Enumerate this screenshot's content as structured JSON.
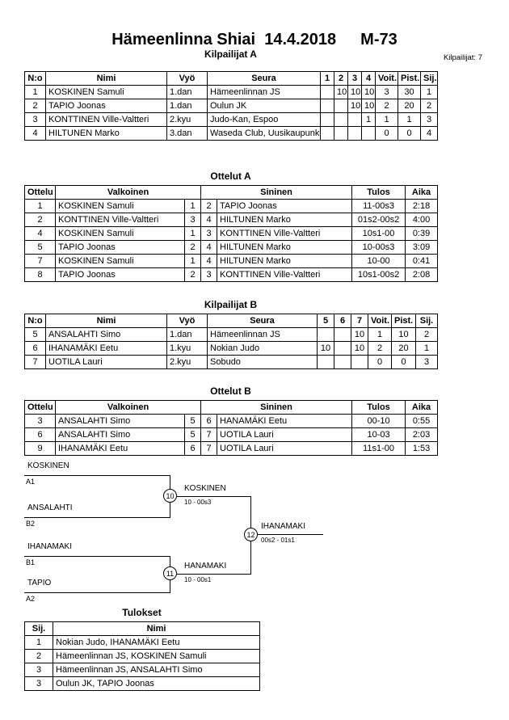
{
  "title": {
    "event": "Hämeenlinna Shiai  14.4.2018",
    "category": "M-73"
  },
  "competitors_count": "Kilpailijat: 7",
  "sections": {
    "kilpailijat_a": {
      "title": "Kilpailijat A",
      "headers": [
        "N:o",
        "Nimi",
        "Vyö",
        "Seura",
        "1",
        "2",
        "3",
        "4",
        "Voit.",
        "Pist.",
        "Sij."
      ],
      "rows": [
        [
          "1",
          "KOSKINEN Samuli",
          "1.dan",
          "Hämeenlinnan JS",
          "",
          "10",
          "10",
          "10",
          "3",
          "30",
          "1"
        ],
        [
          "2",
          "TAPIO Joonas",
          "1.dan",
          "Oulun JK",
          "",
          "",
          "10",
          "10",
          "2",
          "20",
          "2"
        ],
        [
          "3",
          "KONTTINEN Ville-Valtteri",
          "2.kyu",
          "Judo-Kan, Espoo",
          "",
          "",
          "",
          "1",
          "1",
          "1",
          "3"
        ],
        [
          "4",
          "HILTUNEN Marko",
          "3.dan",
          "Waseda Club, Uusikaupunki",
          "",
          "",
          "",
          "",
          "0",
          "0",
          "4"
        ]
      ]
    },
    "ottelut_a": {
      "title": "Ottelut A",
      "headers": [
        "Ottelu",
        "Valkoinen",
        "Sininen",
        "Tulos",
        "Aika"
      ],
      "rows": [
        [
          "1",
          "KOSKINEN Samuli",
          "1",
          "2",
          "TAPIO Joonas",
          "11-00s3",
          "2:18"
        ],
        [
          "2",
          "KONTTINEN Ville-Valtteri",
          "3",
          "4",
          "HILTUNEN Marko",
          "01s2-00s2",
          "4:00"
        ],
        [
          "4",
          "KOSKINEN Samuli",
          "1",
          "3",
          "KONTTINEN Ville-Valtteri",
          "10s1-00",
          "0:39"
        ],
        [
          "5",
          "TAPIO Joonas",
          "2",
          "4",
          "HILTUNEN Marko",
          "10-00s3",
          "3:09"
        ],
        [
          "7",
          "KOSKINEN Samuli",
          "1",
          "4",
          "HILTUNEN Marko",
          "10-00",
          "0:41"
        ],
        [
          "8",
          "TAPIO Joonas",
          "2",
          "3",
          "KONTTINEN Ville-Valtteri",
          "10s1-00s2",
          "2:08"
        ]
      ]
    },
    "kilpailijat_b": {
      "title": "Kilpailijat B",
      "headers": [
        "N:o",
        "Nimi",
        "Vyö",
        "Seura",
        "5",
        "6",
        "7",
        "Voit.",
        "Pist.",
        "Sij."
      ],
      "rows": [
        [
          "5",
          "ANSALAHTI Simo",
          "1.dan",
          "Hämeenlinnan JS",
          "",
          "",
          "10",
          "1",
          "10",
          "2"
        ],
        [
          "6",
          "IHANAMÄKI Eetu",
          "1.kyu",
          "Nokian Judo",
          "10",
          "",
          "10",
          "2",
          "20",
          "1"
        ],
        [
          "7",
          "UOTILA Lauri",
          "2.kyu",
          "Sobudo",
          "",
          "",
          "",
          "0",
          "0",
          "3"
        ]
      ]
    },
    "ottelut_b": {
      "title": "Ottelut B",
      "headers": [
        "Ottelu",
        "Valkoinen",
        "Sininen",
        "Tulos",
        "Aika"
      ],
      "rows": [
        [
          "3",
          "ANSALAHTI Simo",
          "5",
          "6",
          "HANAMÄKI Eetu",
          "00-10",
          "0:55"
        ],
        [
          "6",
          "ANSALAHTI Simo",
          "5",
          "7",
          "UOTILA Lauri",
          "10-03",
          "2:03"
        ],
        [
          "9",
          "IHANAMÄKI Eetu",
          "6",
          "7",
          "UOTILA Lauri",
          "11s1-00",
          "1:53"
        ]
      ]
    },
    "tulokset": {
      "title": "Tulokset",
      "headers": [
        "Sij.",
        "Nimi"
      ],
      "rows": [
        [
          "1",
          "Nokian Judo, IHANAMÄKI Eetu"
        ],
        [
          "2",
          "Hämeenlinnan JS, KOSKINEN Samuli"
        ],
        [
          "3",
          "Hämeenlinnan JS, ANSALAHTI Simo"
        ],
        [
          "3",
          "Oulun JK, TAPIO Joonas"
        ]
      ]
    }
  },
  "bracket": {
    "entries": [
      {
        "name": "KOSKINEN",
        "seed": "A1"
      },
      {
        "name": "ANSALAHTI",
        "seed": "B2"
      },
      {
        "name": "IHANAMAKI",
        "seed": "B1"
      },
      {
        "name": "TAPIO",
        "seed": "A2"
      }
    ],
    "matches": [
      {
        "number": "10",
        "winner": "KOSKINEN",
        "score": "10 - 00s3"
      },
      {
        "number": "11",
        "winner": "HANAMAKI",
        "score": "10 - 00s1"
      },
      {
        "number": "12",
        "winner": "IHANAMAKI",
        "score": "00s2 - 01s1"
      }
    ]
  }
}
